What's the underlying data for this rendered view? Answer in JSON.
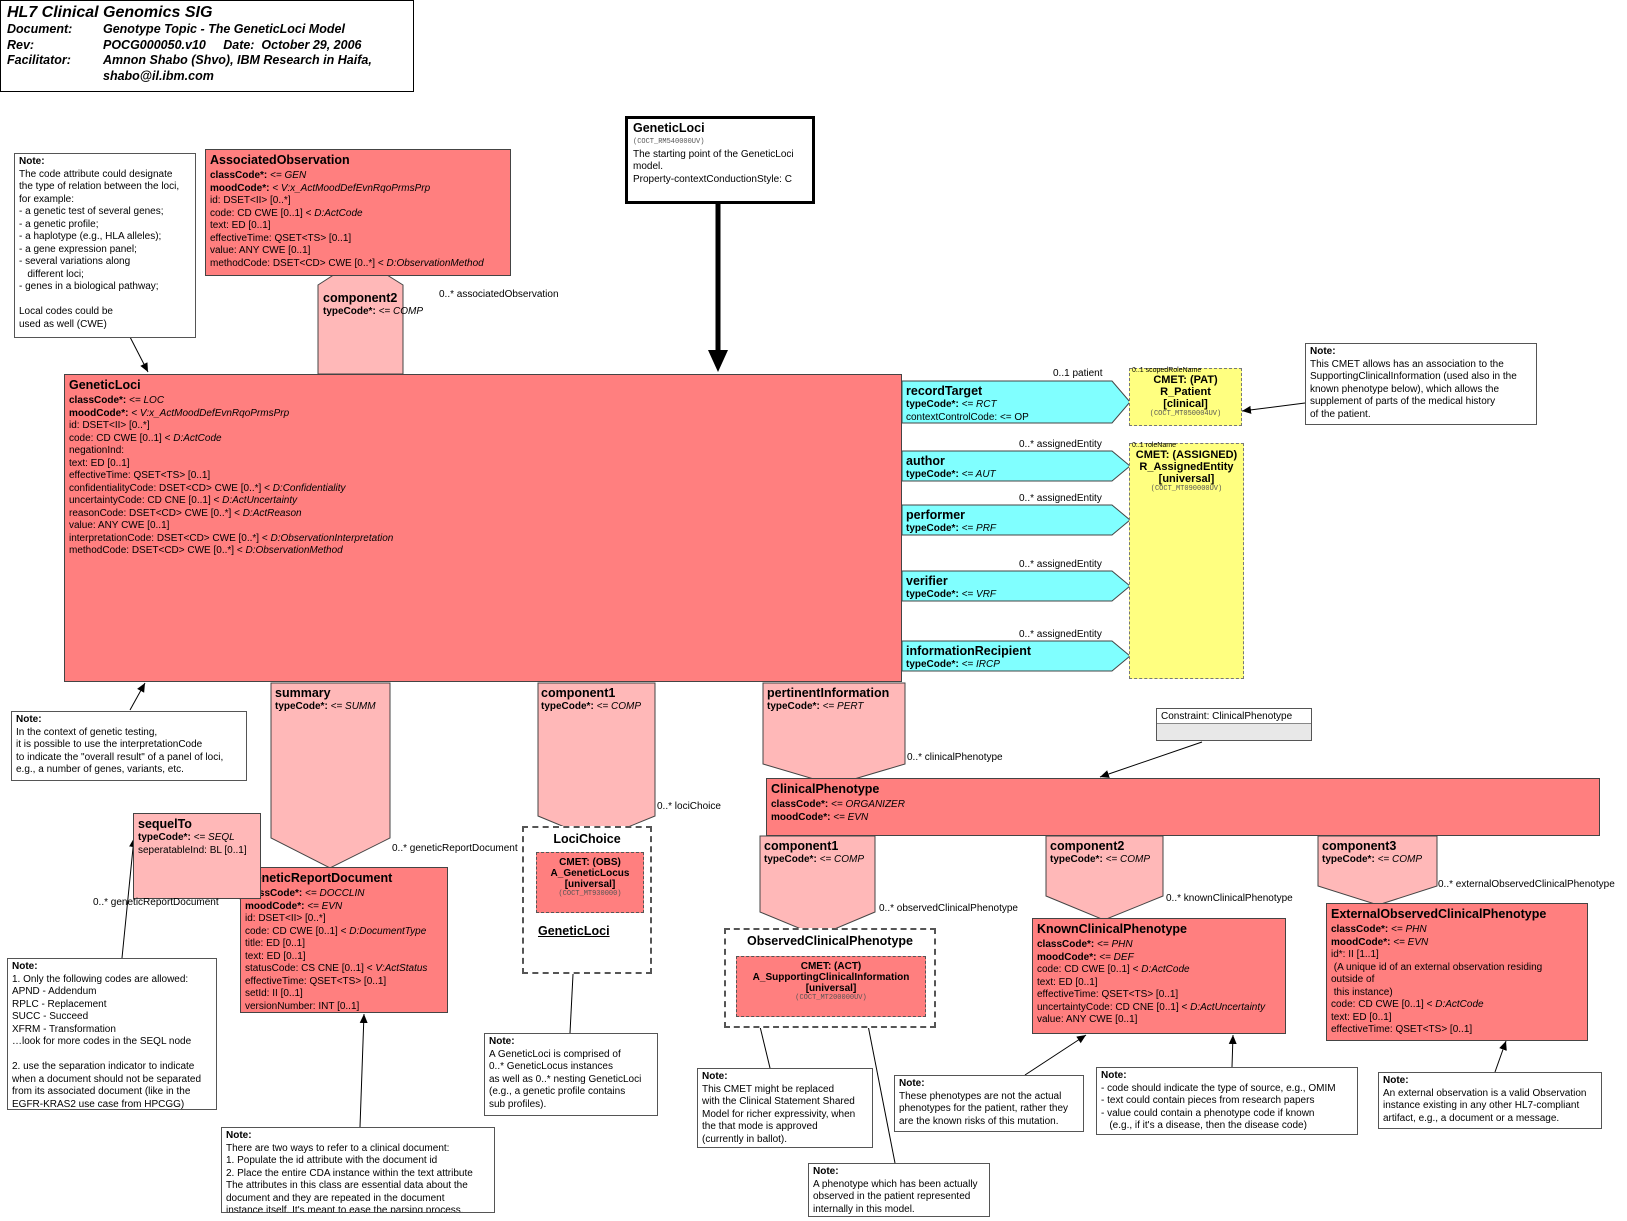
{
  "header": {
    "title": "HL7 Clinical Genomics SIG",
    "rows": [
      {
        "label": "Document:",
        "value": "Genotype Topic - The GeneticLoci Model"
      },
      {
        "label": "Rev:",
        "value": "POCG000050.v10     Date:  October 29, 2006"
      },
      {
        "label": "Facilitator:",
        "value": "Amnon Shabo (Shvo), IBM Research in Haifa,"
      },
      {
        "label": "",
        "value": "shabo@il.ibm.com"
      }
    ]
  },
  "entry": {
    "title": "GeneticLoci",
    "code": "(COCT_RM540000UV)",
    "lines": [
      "The starting point of the GeneticLoci",
      "model.",
      "",
      "Property-contextConductionStyle: C"
    ]
  },
  "notes": {
    "code_attr": {
      "title": "Note:",
      "lines": [
        "The code attribute could designate",
        "the type of relation between the loci,",
        "for example:",
        "- a genetic test of several genes;",
        "- a genetic profile;",
        "- a haplotype (e.g., HLA alleles);",
        "- a gene expression panel;",
        "- several variations along",
        "   different loci;",
        "- genes in a biological pathway;",
        "",
        "Local codes could be",
        "used as well (CWE)"
      ]
    },
    "interp": {
      "title": "Note:",
      "lines": [
        "In the context of genetic testing,",
        "it is possible to use the interpretationCode",
        "to indicate the \"overall result\" of a panel of loci,",
        "e.g., a number of genes, variants, etc."
      ]
    },
    "seql": {
      "title": "Note:",
      "lines": [
        "1. Only the following codes are allowed:",
        "APND - Addendum",
        "RPLC - Replacement",
        "SUCC - Succeed",
        "XFRM - Transformation",
        "…look for more codes in the SEQL node",
        "",
        "2. use the separation indicator to indicate",
        "when a document should not be separated",
        "from its associated document (like in the",
        "EGFR-KRAS2 use case from HPCGG)"
      ]
    },
    "doc": {
      "title": "Note:",
      "lines": [
        "There are two ways to refer to a clinical document:",
        "1. Populate the id attribute with the document id",
        "2. Place the entire CDA instance within the text attribute",
        "The attributes in this class are essential data about the",
        "document and they are repeated in the document",
        "instance itself. It's meant to ease the parsing process."
      ]
    },
    "loci": {
      "title": "Note:",
      "lines": [
        "A GeneticLoci is comprised of",
        "0..* GeneticLocus instances",
        "as well as 0..* nesting GeneticLoci",
        "(e.g., a genetic profile contains",
        "sub profiles)."
      ]
    },
    "cmet_replace": {
      "title": "Note:",
      "lines": [
        "This CMET might be replaced",
        "with the Clinical Statement Shared",
        "Model for richer expressivity, when",
        "the that mode is approved",
        "(currently in ballot)."
      ]
    },
    "observed": {
      "title": "Note:",
      "lines": [
        "A phenotype which has been actually",
        "observed in the patient represented",
        "internally in this model."
      ]
    },
    "known": {
      "title": "Note:",
      "lines": [
        "These phenotypes are not the actual",
        "phenotypes for the patient, rather they",
        "are the known risks of this mutation."
      ]
    },
    "known_code": {
      "title": "Note:",
      "lines": [
        "- code should indicate the type of source, e.g., OMIM",
        "- text could contain pieces from research papers",
        "- value could contain a phenotype code if known",
        "   (e.g., if it's a disease, then the disease code)"
      ]
    },
    "external": {
      "title": "Note:",
      "lines": [
        "An external observation is a valid Observation",
        "instance existing in any other HL7-compliant",
        "artifact, e.g., a document or a message."
      ]
    },
    "patient": {
      "title": "Note:",
      "lines": [
        "This CMET allows has an association to the",
        "SupportingClinicalInformation (used also in the",
        "known phenotype below), which allows the",
        "supplement of parts of the medical history",
        "of the patient."
      ]
    }
  },
  "constraint": "Constraint: ClinicalPhenotype",
  "classes": {
    "associated": {
      "title": "AssociatedObservation",
      "lines": [
        [
          "classCode*: ",
          "<= GEN"
        ],
        [
          "moodCode*: ",
          "< V:x_ActMoodDefEvnRqoPrmsPrp"
        ],
        [
          "id: DSET<II> [0..*]",
          ""
        ],
        [
          "code: CD CWE [0..1] < ",
          "D:ActCode"
        ],
        [
          "text: ED [0..1]",
          ""
        ],
        [
          "effectiveTime: QSET<TS> [0..1]",
          ""
        ],
        [
          "value: ANY CWE [0..1]",
          ""
        ],
        [
          "methodCode: DSET<CD> CWE [0..*] < ",
          "D:ObservationMethod"
        ]
      ]
    },
    "geneticloci": {
      "title": "GeneticLoci",
      "lines": [
        [
          "classCode*: ",
          "<= LOC"
        ],
        [
          "moodCode*: ",
          "< V:x_ActMoodDefEvnRqoPrmsPrp"
        ],
        [
          "id: DSET<II> [0..*]",
          ""
        ],
        [
          "code: CD CWE [0..1] < ",
          "D:ActCode"
        ],
        [
          "negationInd:",
          ""
        ],
        [
          "text: ED [0..1]",
          ""
        ],
        [
          "effectiveTime: QSET<TS> [0..1]",
          ""
        ],
        [
          "confidentialityCode: DSET<CD> CWE [0..*] < ",
          "D:Confidentiality"
        ],
        [
          "uncertaintyCode: CD CNE [0..1] < ",
          "D:ActUncertainty"
        ],
        [
          "reasonCode: DSET<CD> CWE [0..*] < ",
          "D:ActReason"
        ],
        [
          "value: ANY CWE [0..1]",
          ""
        ],
        [
          "interpretationCode: DSET<CD> CWE [0..*] < ",
          "D:ObservationInterpretation"
        ],
        [
          "methodCode: DSET<CD> CWE [0..*] < ",
          "D:ObservationMethod"
        ]
      ]
    },
    "reportdoc": {
      "title": "GeneticReportDocument",
      "lines": [
        [
          "classCode*: ",
          "<= DOCCLIN"
        ],
        [
          "moodCode*: ",
          "<= EVN"
        ],
        [
          "id: DSET<II> [0..*]",
          ""
        ],
        [
          "code: CD CWE [0..1] < ",
          "D:DocumentType"
        ],
        [
          "title: ED [0..1]",
          ""
        ],
        [
          "text: ED [0..1]",
          ""
        ],
        [
          "statusCode: CS CNE [0..1] < ",
          "V:ActStatus"
        ],
        [
          "effectiveTime: QSET<TS> [0..1]",
          ""
        ],
        [
          "setId: II [0..1]",
          ""
        ],
        [
          "versionNumber: INT [0..1]",
          ""
        ]
      ]
    },
    "clinpheno": {
      "title": "ClinicalPhenotype",
      "lines": [
        [
          "classCode*: ",
          "<= ORGANIZER"
        ],
        [
          "moodCode*: ",
          "<= EVN"
        ]
      ]
    },
    "known": {
      "title": "KnownClinicalPhenotype",
      "lines": [
        [
          "classCode*: ",
          "<= PHN"
        ],
        [
          "moodCode*: ",
          "<= DEF"
        ],
        [
          "code: CD CWE [0..1] < ",
          "D:ActCode"
        ],
        [
          "text: ED [0..1]",
          ""
        ],
        [
          "effectiveTime: QSET<TS> [0..1]",
          ""
        ],
        [
          "uncertaintyCode: CD CNE [0..1] < ",
          "D:ActUncertainty"
        ],
        [
          "value: ANY CWE [0..1]",
          ""
        ]
      ]
    },
    "external": {
      "title": "ExternalObservedClinicalPhenotype",
      "lines": [
        [
          "classCode*: ",
          "<= PHN"
        ],
        [
          "moodCode*: ",
          "<= EVN"
        ],
        [
          "id*: II [1..1]",
          ""
        ],
        [
          " (A unique id of an external observation residing",
          ""
        ],
        [
          "outside of",
          ""
        ],
        [
          " this instance)",
          ""
        ],
        [
          "code: CD CWE [0..1] < ",
          "D:ActCode"
        ],
        [
          "text: ED [0..1]",
          ""
        ],
        [
          "effectiveTime: QSET<TS> [0..1]",
          ""
        ]
      ]
    }
  },
  "sequel": {
    "title": "sequelTo",
    "typecode": "<= SEQL",
    "extra": "seperatableInd: BL [0..1]"
  },
  "relationships": {
    "component2_top": {
      "title": "component2",
      "type": "<= COMP"
    },
    "summary": {
      "title": "summary",
      "type": "<= SUMM"
    },
    "component1": {
      "title": "component1",
      "type": "<= COMP"
    },
    "pertinent": {
      "title": "pertinentInformation",
      "type": "<= PERT"
    },
    "cp_component1": {
      "title": "component1",
      "type": "<= COMP"
    },
    "cp_component2": {
      "title": "component2",
      "type": "<= COMP"
    },
    "cp_component3": {
      "title": "component3",
      "type": "<= COMP"
    },
    "recordTarget": {
      "title": "recordTarget",
      "type": "<= RCT",
      "extra": "contextControlCode: <= OP"
    },
    "author": {
      "title": "author",
      "type": "<= AUT"
    },
    "performer": {
      "title": "performer",
      "type": "<= PRF"
    },
    "verifier": {
      "title": "verifier",
      "type": "<= VRF"
    },
    "informationRecipient": {
      "title": "informationRecipient",
      "type": "<= IRCP"
    },
    "typecode_label": "typeCode*: "
  },
  "labels": {
    "assoc": "0..* associatedObservation",
    "patient": "0..1 patient",
    "ae1": "0..* assignedEntity",
    "ae2": "0..* assignedEntity",
    "ae3": "0..* assignedEntity",
    "ae4": "0..* assignedEntity",
    "lociChoice": "0..* lociChoice",
    "reportDoc": "0..* geneticReportDocument",
    "reportDoc2": "0..* geneticReportDocument",
    "clinPheno": "0..* clinicalPhenotype",
    "observed": "0..* observedClinicalPhenotype",
    "knownL": "0..* knownClinicalPhenotype",
    "externalL": "0..* externalObservedClinicalPhenotype",
    "scopeRole1": "0..1 scopedRoleName",
    "scopeRole2": "0..1 roleName"
  },
  "cmets": {
    "patient": {
      "l1": "CMET: (PAT)",
      "l2": "R_Patient",
      "l3": "[clinical]",
      "code": "(COCT_MT050004UV)"
    },
    "assigned": {
      "l1": "CMET: (ASSIGNED)",
      "l2": "R_AssignedEntity",
      "l3": "[universal]",
      "code": "(COCT_MT090000UV)"
    },
    "locus": {
      "l1": "CMET: (OBS)",
      "l2": "A_GeneticLocus",
      "l3": "[universal]",
      "code": "(COCT_MT930000)"
    },
    "supporting": {
      "l1": "CMET: (ACT)",
      "l2": "A_SupportingClinicalInformation",
      "l3": "[universal]",
      "code": "(COCT_MT200000UV)"
    }
  },
  "choices": {
    "loci": {
      "title": "LociChoice",
      "inner": "GeneticLoci"
    },
    "observed": {
      "title": "ObservedClinicalPhenotype"
    }
  }
}
